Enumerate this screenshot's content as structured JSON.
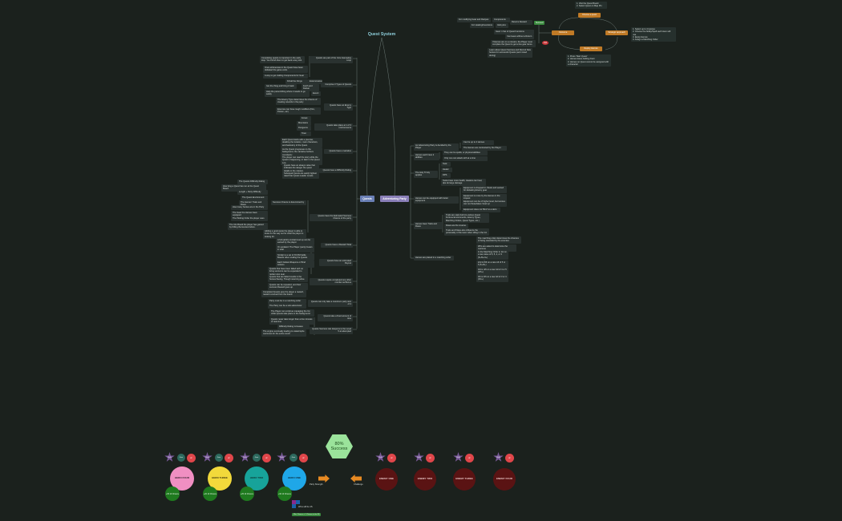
{
  "title": "Quest System",
  "hubs": {
    "quests": "Quests",
    "party": "Adventuring Party"
  },
  "quests_branches": [
    "Quests are part of the Core Gameplay Loop",
    "Comprise 3 Types of Quests",
    "Quests have an Enemy Type",
    "Quests take place at 1 of 3 environments",
    "Quests have a narrative",
    "Quests have a Difficulty Rating",
    "Quests have the Estimated Success Chance of the party",
    "Quests have a Reward Total",
    "Quests have an estimated Payout",
    "Quests require completed one other number as Bonus",
    "Quests can only take a maximum party size of 4",
    "Quests take a fixed amount of time",
    "Quests Success rate deepens to the Level 5 at attempted"
  ],
  "quests_leaves": [
    "Completing quests is important in the early loop. You Finish them to get back a key tool.",
    "Once all Enemies in the Quest have been defeated the game ends.",
    "A way to get crafting Components for Gear",
    "Kill all the things",
    "Extermination",
    "Get the thing and bring it back",
    "Fetch and Deliver",
    "Help the person/thing where it needs to go safely",
    "Escort",
    "The Enemy Type determines the chance of creating wounds in the party",
    "Enemies can have rough modifiers (Fire, Poison, etc)",
    "Forest",
    "Mountains",
    "Dungeons",
    "Town",
    "Each Quest starts with a premise, detailing the location, main characters, and backstory of the Quest.",
    "As the Quest progresses to the background, the narrative furthers complexity.",
    "The player can read the story while the Quest is happening, or later in the Quest Log.",
    "Quests have an always value that indicates the danger the quest details in the mission.",
    "Subequal Quests are easily highest rated than Quest Leader Levels.",
    "The Quests Difficulty Rating",
    "How long a Quest has run at the Quest Board",
    "Length + Party Difficulty",
    "The Quest Environment",
    "The Heroes' Traits and Flaws",
    "How many heroes are in the Party",
    "The Gear the Heroes have equipped",
    "The Plotting Order the player uses",
    "The Info Board the player has gained by Killing the Heroes before.",
    "Success Chance is determined by",
    "Adding a good quote the player is able to know on the way out for what the player is looking for.",
    "A full (adult) combat level up can be earned by the player.",
    "On updated: The Player (party) Gears in total.",
    "Similar to a set of XCOM battle Boards when scaling the Quests",
    "Each Defeat Weapons or Brief Actions",
    "Quests that have been failed with no living survivors can be expanded to reclaim lost gear.",
    "Quests that are failed results in the heroes fleeing, Though returning alive.",
    "Quests can be repeated, and their success Reward goes up.",
    "Completed Quests give the player a reward, reward removed from the board.",
    "Party must be in a marching order",
    "The Party can be a solo adventurer",
    "The Player can continue managing the Inn while Quests take place in the background",
    "Quests never take longer than a few minutes of real-time.",
    "Difficulty Rating increases",
    "The engine eventually leading to catastrophe outcomes for the entire result"
  ],
  "party_branches": [
    "An Adventuring Party is decided by the Player",
    "Heroes each have 2 abilities",
    "The Holy Trinity applies",
    "Heroes can be equipped with better equipment",
    "Heroes have Traits and Flaws",
    "Heroes are placed in a marching order"
  ],
  "party_leaves": [
    "Can be up to 4 Heroes",
    "The Heroes are contracted by the Player",
    "They can be spells, or physical abilities",
    "Only one can attack with at a time",
    "Tank",
    "Healer",
    "DPS",
    "Tanks have more health, Healers can heal, dps do large damage",
    "Equipment is dropped in chests and earned for defeating Enemy gear",
    "Equipment is more by the Heroes in the inquest",
    "Equipment can be of higher level, but Heroes can not those/takes 'level up'",
    "Equipment does not 'Bind' to a Hero",
    "Traits are stats built (to various Quest Fortune Environments, Enemy Types, Marching Orders, Quest Types, etc.)",
    "Flaws are the reverse.",
    "Traits and Flaws also influence the personality of the Hero when idling in the Inn",
    "The marching order determines the chances of being wounded by the enemies",
    "Who are asked to determine the outcome",
    "In the Marching Order in 1st on a raw value of 6, 5, 4, or 3 (6+/5+/4+)",
    "2nd is 5/6 on a raw roll of 5 or 6 (5+/6+)",
    "3rd is 4/6 on a raw roll of 4 or 5 (4/5+)",
    "4th is 3/6 on a raw roll of 3 or 4 (3/4+)"
  ],
  "top_left_branch": {
    "items": [
      "For modifying Gear and Recipes",
      "Components",
      "For Healing/Inventions",
      "Ink/Lyrics",
      "Returns Reward",
      "Gear: 1 Set of Quest Functions",
      "Can leave without a Return",
      "If Heroes are on a mission, the Player must complete the Quest to get a few gear items.",
      "Learn about Quest Success and Recruit New heroes for successful Quests (and mixed during)",
      "Succeed",
      "Fail"
    ]
  },
  "cycle": {
    "nodes": [
      "Choose a quest",
      "Outcome",
      "Strategic approach",
      "Deploy Heroes"
    ],
    "notes": [
      "1. Visit the Quest Board\n2. Select Quest on Map Pin",
      "1. Select up to 4 Heroes\n2. Choose the Ability/Spell each Hero will use\n3. Equip Heroes\n4. Assign a Marching Order",
      "1. Press 'Start Quest'\n2. Heroes leave Adding down\n3. Heroes on Quest cannot be assigned with a character"
    ]
  },
  "battle": {
    "success_pct": "80%",
    "success_label": "Success",
    "heroes": [
      {
        "name": "HERO FOUR",
        "color": "#f08fc2",
        "chance": "+35 10 Chance"
      },
      {
        "name": "HERO THREE",
        "color": "#f2d93b",
        "chance": "+20 10 Chance"
      },
      {
        "name": "HERO TWO",
        "color": "#17a39a",
        "chance": "+25 10 Chance"
      },
      {
        "name": "HERO ONE",
        "color": "#1fa7e8",
        "chance": "+30 10 Chance"
      }
    ],
    "enemies": [
      "ENEMY ONE",
      "ENEMY TWO",
      "ENEMY THREE",
      "ENEMY FOUR"
    ],
    "star_label": "Skills",
    "dot_label": "Gear",
    "heart_label": "HP",
    "party_strength": "Party Strength",
    "challenge": "Challenge",
    "legend1": "Wins will be 4S",
    "legend2": "Win Chance = 1 Chance to be 80"
  }
}
